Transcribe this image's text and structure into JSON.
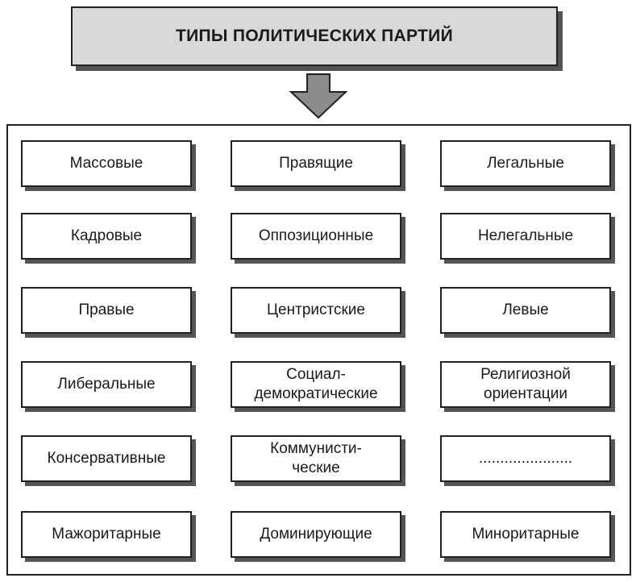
{
  "title": "ТИПЫ ПОЛИТИЧЕСКИХ ПАРТИЙ",
  "colors": {
    "title_fill": "#d9d9d9",
    "arrow_fill": "#8c8c8c",
    "border": "#222222",
    "shadow": "#555555"
  },
  "icons": {
    "arrow": "down-arrow-icon"
  },
  "rows": [
    [
      "Массовые",
      "Правящие",
      "Легальные"
    ],
    [
      "Кадровые",
      "Оппозиционные",
      "Нелегальные"
    ],
    [
      "Правые",
      "Центристские",
      "Левые"
    ],
    [
      "Либеральные",
      "Социал-\nдемократические",
      "Религиозной\nориентации"
    ],
    [
      "Консервативные",
      "Коммунисти-\nческие",
      "......................"
    ],
    [
      "Мажоритарные",
      "Доминирующие",
      "Миноритарные"
    ]
  ]
}
